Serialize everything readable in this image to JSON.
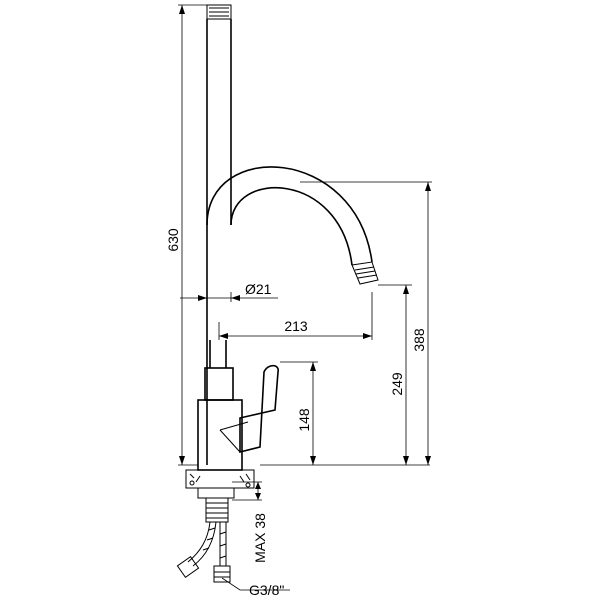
{
  "dimensions": {
    "total_height": "630",
    "pipe_diameter": "Ø21",
    "spout_reach": "213",
    "outlet_height": "249",
    "spout_top_height": "388",
    "body_height": "148",
    "max_counter_thickness": "MAX 38",
    "connection_thread": "G3/8\""
  }
}
